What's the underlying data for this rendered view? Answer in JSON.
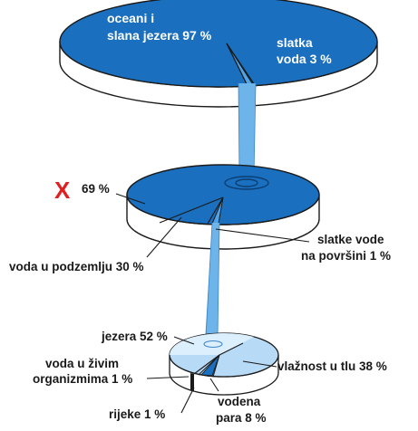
{
  "colors": {
    "disk_top": "#1a6fbf",
    "disk_top_light": "#4fa3e6",
    "stream": "#6cb4ea",
    "disk_side": "#ffffff",
    "outline": "#1a1a1a",
    "mark": "#e02020"
  },
  "top_disk": {
    "ocean_line1": "oceani i",
    "ocean_line2": "slana jezera 97 %",
    "fresh_line1": "slatka",
    "fresh_line2": "voda 3 %"
  },
  "middle_disk": {
    "mark_symbol": "X",
    "percent_label": "69 %",
    "groundwater": "voda u podzemlju 30 %",
    "surface_line1": "slatke vode",
    "surface_line2": "na površini 1 %"
  },
  "bottom_disk": {
    "lakes": "jezera 52 %",
    "organisms_line1": "voda u živim",
    "organisms_line2": "organizmima 1 %",
    "soil_moisture": "vlažnost u tlu 38 %",
    "rivers": "rijeke 1 %",
    "vapor_line1": "vodena",
    "vapor_line2": "para 8 %"
  }
}
